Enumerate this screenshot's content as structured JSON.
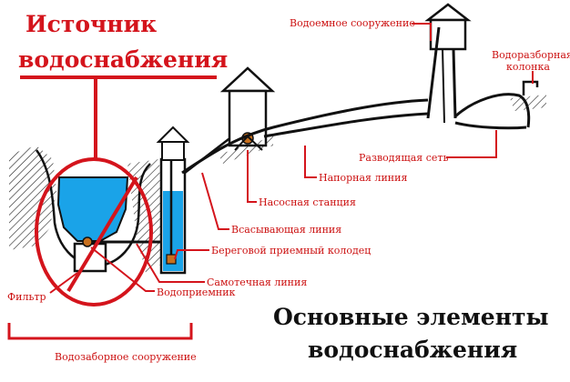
{
  "title_source": [
    "Источник",
    "водоснабжения"
  ],
  "title_main": [
    "Основные элементы",
    "водоснабжения"
  ],
  "labels": {
    "vodoemnoe": "Водоемное сооружение",
    "vodorazbornaya": [
      "Водоразборная",
      "колонка"
    ],
    "razvodyashchaya": "Разводящая сеть",
    "napornaya": "Напорная линия",
    "nasosnaya": "Насосная станция",
    "vsasyvayushchaya": "Всасывающая линия",
    "beregovoy": "Береговой приемный колодец",
    "samotechnaya": "Самотечная линия",
    "vodopriemnik": "Водоприемник",
    "filtr": "Фильтр",
    "vodozabornoe": "Водозаборное сооружение"
  },
  "colors": {
    "accent": "#d4141c",
    "water": "#1aa3e8",
    "ink": "#111111"
  }
}
